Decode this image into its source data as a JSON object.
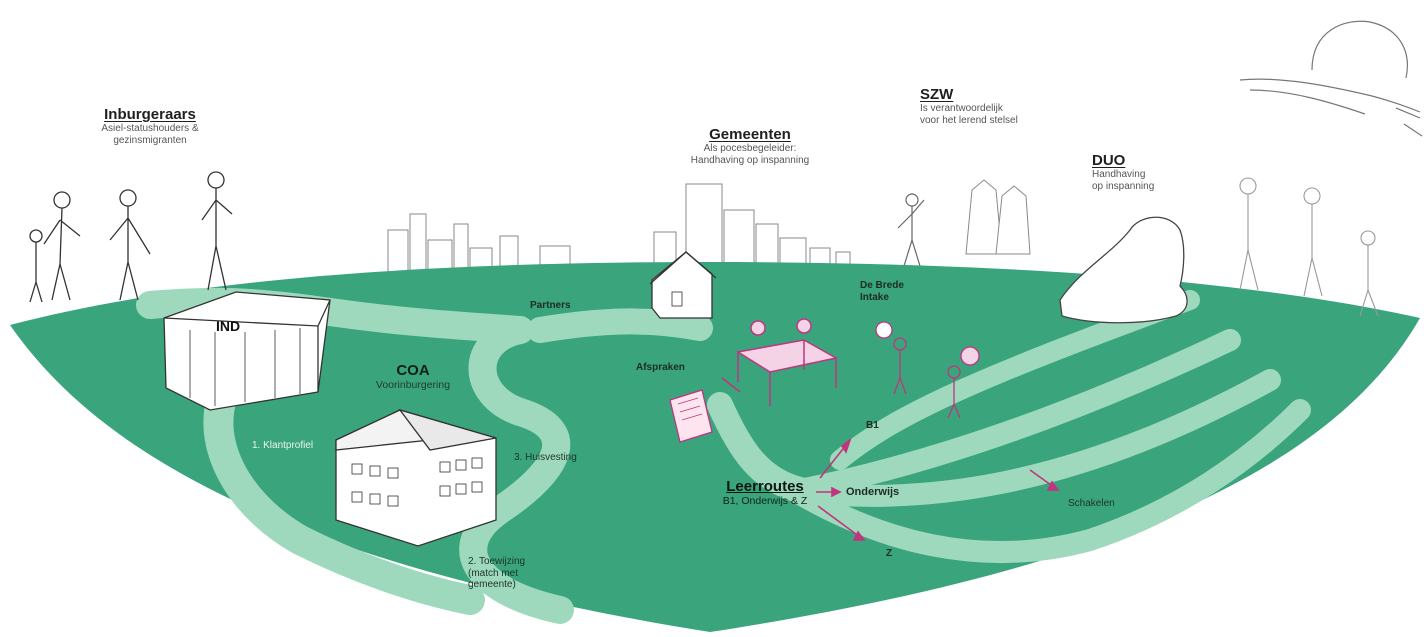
{
  "actors": {
    "inburgeraars": {
      "title": "Inburgeraars",
      "subtitle_1": "Asiel-statushouders &",
      "subtitle_2": "gezinsmigranten"
    },
    "gemeenten": {
      "title": "Gemeenten",
      "subtitle_1": "Als pocesbegeleider:",
      "subtitle_2": "Handhaving op inspanning"
    },
    "szw": {
      "title": "SZW",
      "subtitle_1": "Is verantwoordelijk",
      "subtitle_2": "voor het lerend stelsel"
    },
    "duo": {
      "title": "DUO",
      "subtitle_1": "Handhaving",
      "subtitle_2": "op inspanning"
    }
  },
  "map": {
    "ind": "IND",
    "coa": {
      "title": "COA",
      "subtitle": "Voorinburgering"
    },
    "partners": "Partners",
    "brede_intake_1": "De Brede",
    "brede_intake_2": "Intake",
    "afspraken": "Afspraken",
    "steps": {
      "klantprofiel": "1. Klantprofiel",
      "huisvesting": "3. Huisvesting",
      "toewijzing_1": "2. Toewijzing",
      "toewijzing_2": "(match met",
      "toewijzing_3": "gemeente)"
    },
    "leerroutes": {
      "title": "Leerroutes",
      "subtitle": "B1, Onderwijs & Z"
    },
    "routes": {
      "b1": "B1",
      "onderwijs": "Onderwijs",
      "z": "Z",
      "schakelen": "Schakelen"
    }
  },
  "colors": {
    "ground": "#3aa57c",
    "path": "#9ed9bd",
    "accent": "#c0357e",
    "sketch": "#555555",
    "building": "#ffffff"
  }
}
